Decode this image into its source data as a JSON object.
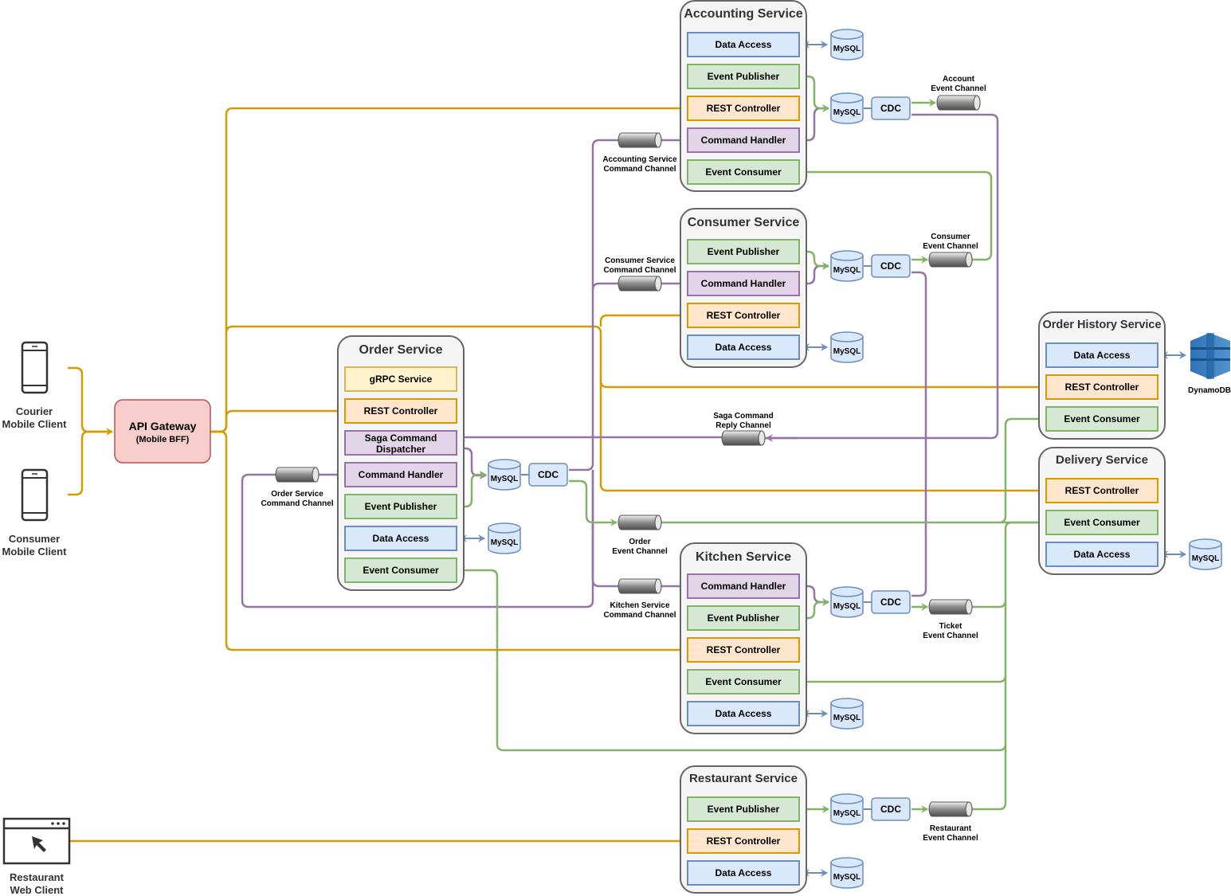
{
  "colors": {
    "rest": "#d79b00",
    "command": "#9673a6",
    "event": "#82b366",
    "data": "#6c8ebf"
  },
  "icons": [
    "mobile-phone-icon",
    "browser-cursor-icon",
    "mysql-database-icon",
    "dynamodb-icon",
    "channel-pipe-icon"
  ],
  "clients": {
    "courier": [
      "Courier",
      "Mobile Client"
    ],
    "consumer": [
      "Consumer",
      "Mobile Client"
    ],
    "restaurant": [
      "Restaurant",
      "Web Client"
    ]
  },
  "gateway": {
    "title": "API Gateway",
    "subtitle": "(Mobile BFF)"
  },
  "services": {
    "accounting": {
      "title": "Accounting Service",
      "components": [
        "Data Access",
        "Event Publisher",
        "REST Controller",
        "Command Handler",
        "Event Consumer"
      ]
    },
    "consumer": {
      "title": "Consumer Service",
      "components": [
        "Event Publisher",
        "Command Handler",
        "REST Controller",
        "Data Access"
      ]
    },
    "order": {
      "title": "Order Service",
      "components": [
        "gRPC Service",
        "REST Controller",
        "Saga Command Dispatcher",
        "Command Handler",
        "Event Publisher",
        "Data Access",
        "Event Consumer"
      ]
    },
    "kitchen": {
      "title": "Kitchen Service",
      "components": [
        "Command Handler",
        "Event Publisher",
        "REST Controller",
        "Event Consumer",
        "Data Access"
      ]
    },
    "restaurant": {
      "title": "Restaurant Service",
      "components": [
        "Event Publisher",
        "REST Controller",
        "Data Access"
      ]
    },
    "order_history": {
      "title": "Order History Service",
      "components": [
        "Data Access",
        "REST Controller",
        "Event Consumer"
      ]
    },
    "delivery": {
      "title": "Delivery Service",
      "components": [
        "REST Controller",
        "Event Consumer",
        "Data Access"
      ]
    }
  },
  "db": {
    "mysql": "MySQL",
    "dynamodb": "DynamoDB",
    "cdc": "CDC"
  },
  "channels": {
    "accounting_event": [
      "Account",
      "Event Channel"
    ],
    "accounting_command": [
      "Accounting Service",
      "Command Channel"
    ],
    "consumer_event": [
      "Consumer",
      "Event Channel"
    ],
    "consumer_command": [
      "Consumer Service",
      "Command Channel"
    ],
    "saga_reply": [
      "Saga Command",
      "Reply Channel"
    ],
    "order_command": [
      "Order Service",
      "Command Channel"
    ],
    "order_event": [
      "Order",
      "Event Channel"
    ],
    "kitchen_command": [
      "Kitchen Service",
      "Command Channel"
    ],
    "ticket_event": [
      "Ticket",
      "Event Channel"
    ],
    "restaurant_event": [
      "Restaurant",
      "Event Channel"
    ]
  }
}
